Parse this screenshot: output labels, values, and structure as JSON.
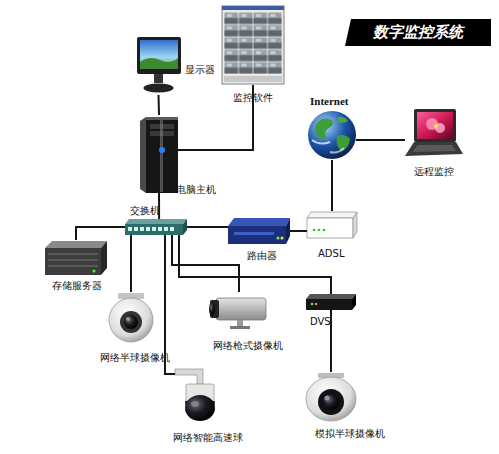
{
  "diagram": {
    "title": "数字监控系统",
    "nodes": [
      {
        "text": [
          "显示器"
        ]
      },
      {
        "text": [
          "监控软件"
        ]
      },
      {
        "text": [
          "电脑主机"
        ]
      },
      {
        "text": [
          "Internet"
        ]
      },
      {
        "text": [
          "远程监控"
        ]
      },
      {
        "text": [
          "交换机"
        ]
      },
      {
        "text": [
          "路由器"
        ]
      },
      {
        "text": [
          "ADSL"
        ]
      },
      {
        "text": [
          "存储服务器"
        ]
      },
      {
        "text": [
          "网络半球摄像机"
        ]
      },
      {
        "text": [
          "网络枪式摄像机"
        ]
      },
      {
        "text": [
          "网络智能高速球"
        ]
      },
      {
        "text": [
          "DVS"
        ]
      },
      {
        "text": [
          "模拟半球摄像机"
        ]
      }
    ],
    "edges": [
      {
        "from": 0,
        "to": 2,
        "arrow": "none"
      },
      {
        "from": 1,
        "to": 2,
        "arrow": "none"
      },
      {
        "from": 2,
        "to": 5,
        "arrow": "none"
      },
      {
        "from": 5,
        "to": 8,
        "arrow": "none"
      },
      {
        "from": 5,
        "to": 6,
        "arrow": "none"
      },
      {
        "from": 6,
        "to": 7,
        "arrow": "none"
      },
      {
        "from": 7,
        "to": 3,
        "arrow": "none"
      },
      {
        "from": 3,
        "to": 4,
        "arrow": "none"
      },
      {
        "from": 5,
        "to": 9,
        "arrow": "none"
      },
      {
        "from": 5,
        "to": 11,
        "arrow": "none"
      },
      {
        "from": 5,
        "to": 10,
        "arrow": "none"
      },
      {
        "from": 5,
        "to": 12,
        "arrow": "none"
      },
      {
        "from": 12,
        "to": 13,
        "arrow": "none"
      }
    ]
  }
}
